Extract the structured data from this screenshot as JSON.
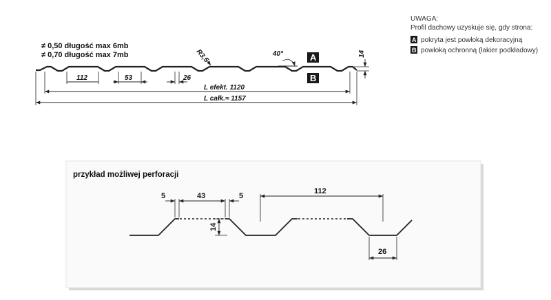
{
  "note": {
    "title": "UWAGA:",
    "line1": "Profil dachowy uzyskuje się, gdy strona:",
    "item_a_letter": "A",
    "item_a_text": "pokryta jest powłoką dekoracyjną",
    "item_b_letter": "B",
    "item_b_text": "powłoką ochronną (lakier podkładowy)"
  },
  "spec": {
    "line1": "≠ 0,50 długość max 6mb",
    "line2": "≠ 0,70 długość max 7mb"
  },
  "top_drawing": {
    "radius_label": "R3,5",
    "angle_label": "40°",
    "height_label": "14",
    "side_a": "A",
    "side_b": "B",
    "dim_112": "112",
    "dim_53": "53",
    "dim_26": "26",
    "l_efekt": "L efekt. 1120",
    "l_calk": "L całk.≈ 1157"
  },
  "perforation": {
    "title": "przykład możliwej perforacji",
    "dim_5_left": "5",
    "dim_43": "43",
    "dim_5_right": "5",
    "dim_112": "112",
    "dim_14": "14",
    "dim_26": "26"
  },
  "colors": {
    "line": "#222222",
    "badge": "#1a1a1a",
    "panel_shadow": "#d9d9d9"
  }
}
